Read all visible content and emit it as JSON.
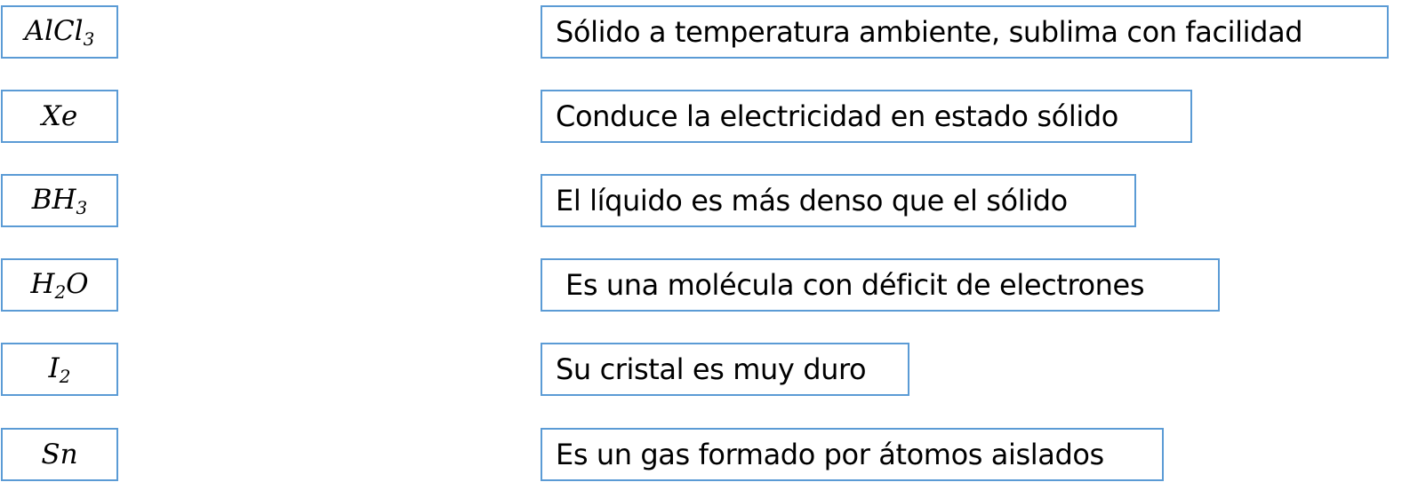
{
  "formulas": [
    {
      "main": "AlCl",
      "sub": "3",
      "after": ""
    },
    {
      "main": "Xe",
      "sub": "",
      "after": ""
    },
    {
      "main": "BH",
      "sub": "3",
      "after": ""
    },
    {
      "main": "H",
      "sub": "2",
      "after": "O"
    },
    {
      "main": "I",
      "sub": "2",
      "after": ""
    },
    {
      "main": "Sn",
      "sub": "",
      "after": ""
    }
  ],
  "descriptions": [
    "Sólido a temperatura ambiente, sublima con facilidad",
    "Conduce la electricidad en estado sólido",
    "El líquido es más denso que el sólido",
    "Es una molécula con déficit de electrones",
    "Su cristal es muy duro",
    "Es un gas formado por átomos aislados"
  ]
}
